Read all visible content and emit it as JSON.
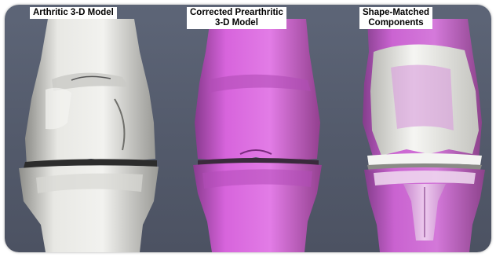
{
  "panels": [
    {
      "label_lines": [
        "Arthritic 3-D Model"
      ]
    },
    {
      "label_lines": [
        "Corrected Prearthritic",
        "3-D Model"
      ]
    },
    {
      "label_lines": [
        "Shape-Matched",
        "Components"
      ]
    }
  ],
  "colors": {
    "background": "#565d6e",
    "bone_white": "#e9e9e6",
    "bone_magenta": "#d35fd8",
    "implant_white": "#f1f1ee"
  }
}
